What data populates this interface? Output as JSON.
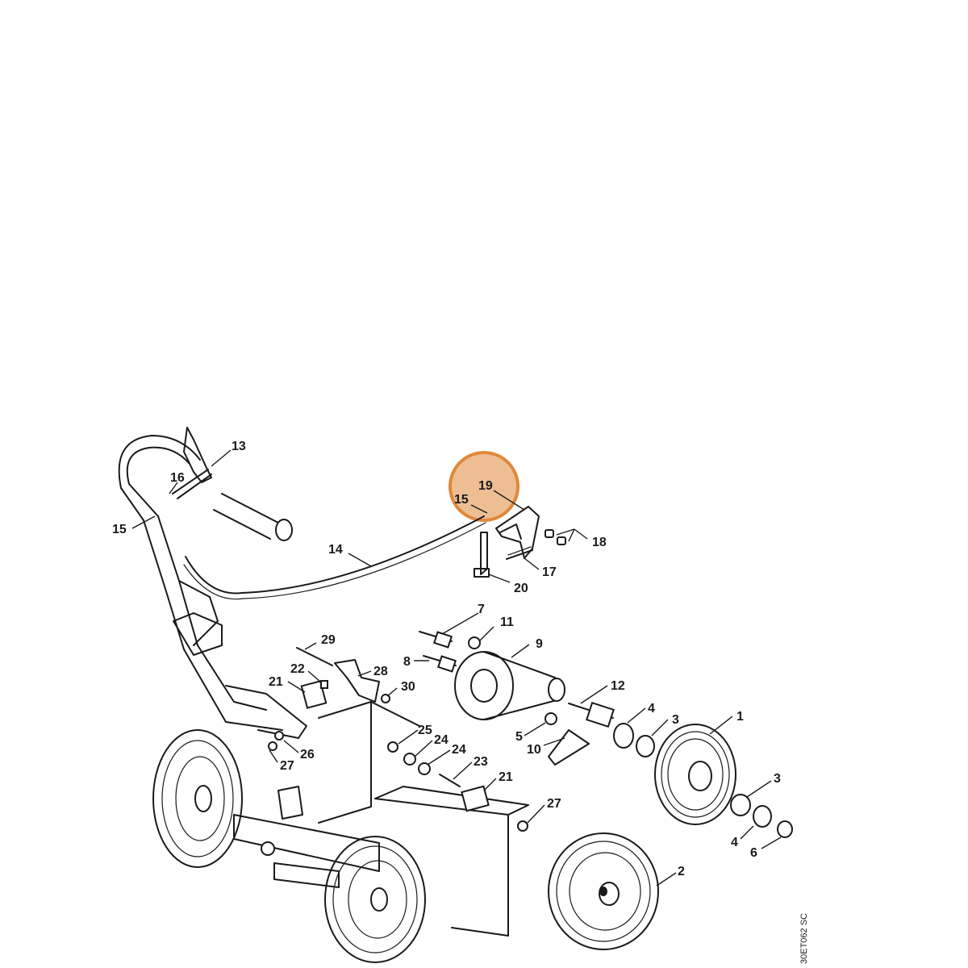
{
  "diagram": {
    "drawing_code": "30ET062 SC",
    "highlight": {
      "part": "19",
      "color": "#e0883a"
    },
    "labels": [
      {
        "id": "l13",
        "text": "13"
      },
      {
        "id": "l16",
        "text": "16"
      },
      {
        "id": "l15a",
        "text": "15"
      },
      {
        "id": "l19",
        "text": "19"
      },
      {
        "id": "l15b",
        "text": "15"
      },
      {
        "id": "l18",
        "text": "18"
      },
      {
        "id": "l14",
        "text": "14"
      },
      {
        "id": "l17",
        "text": "17"
      },
      {
        "id": "l20",
        "text": "20"
      },
      {
        "id": "l7",
        "text": "7"
      },
      {
        "id": "l11",
        "text": "11"
      },
      {
        "id": "l29",
        "text": "29"
      },
      {
        "id": "l9",
        "text": "9"
      },
      {
        "id": "l8",
        "text": "8"
      },
      {
        "id": "l22",
        "text": "22"
      },
      {
        "id": "l28",
        "text": "28"
      },
      {
        "id": "l21a",
        "text": "21"
      },
      {
        "id": "l30",
        "text": "30"
      },
      {
        "id": "l12",
        "text": "12"
      },
      {
        "id": "l4a",
        "text": "4"
      },
      {
        "id": "l3a",
        "text": "3"
      },
      {
        "id": "l1",
        "text": "1"
      },
      {
        "id": "l5",
        "text": "5"
      },
      {
        "id": "l10",
        "text": "10"
      },
      {
        "id": "l25",
        "text": "25"
      },
      {
        "id": "l24a",
        "text": "24"
      },
      {
        "id": "l24b",
        "text": "24"
      },
      {
        "id": "l26",
        "text": "26"
      },
      {
        "id": "l23",
        "text": "23"
      },
      {
        "id": "l27a",
        "text": "27"
      },
      {
        "id": "l21b",
        "text": "21"
      },
      {
        "id": "l27b",
        "text": "27"
      },
      {
        "id": "l3b",
        "text": "3"
      },
      {
        "id": "l4b",
        "text": "4"
      },
      {
        "id": "l6",
        "text": "6"
      },
      {
        "id": "l2",
        "text": "2"
      }
    ]
  }
}
